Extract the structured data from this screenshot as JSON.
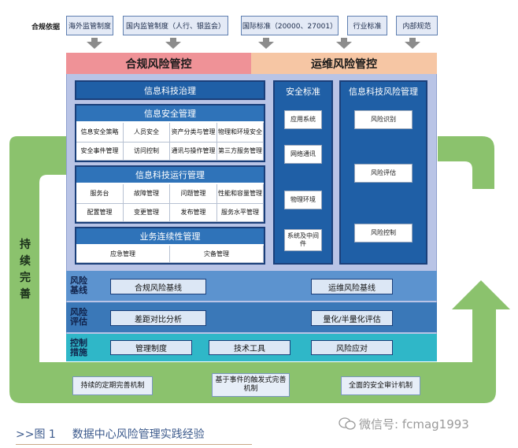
{
  "basis": {
    "label": "合规依据",
    "items": [
      "海外监管制度",
      "国内监管制度（人行、银监会）",
      "国际标准（20000、27001）",
      "行业标准",
      "内部规范"
    ]
  },
  "banner": {
    "left": "合规风险管控",
    "right": "运维风险管控"
  },
  "governance": {
    "title": "信息科技治理"
  },
  "security": {
    "title": "信息安全管理",
    "cells": [
      "信息安全策略",
      "人员安全",
      "资产分类与管理",
      "物理和环境安全",
      "安全事件管理",
      "访问控制",
      "通讯与操作管理",
      "第三方服务管理"
    ]
  },
  "operations": {
    "title": "信息科技运行管理",
    "cells": [
      "服务台",
      "故障管理",
      "问题管理",
      "性能和容量管理",
      "配置管理",
      "变更管理",
      "发布管理",
      "服务水平管理"
    ]
  },
  "continuity": {
    "title": "业务连续性管理",
    "cells": [
      "应急管理",
      "灾备管理"
    ]
  },
  "security_std": {
    "title": "安全标准",
    "items": [
      "应用系统",
      "网络通讯",
      "物理环境",
      "系统及中间件"
    ]
  },
  "it_risk": {
    "title": "信息科技风险管理",
    "items": [
      "风险识别",
      "风险评估",
      "风险控制"
    ]
  },
  "bands": [
    {
      "label": "风险基线",
      "left": "合规风险基线",
      "right": "运维风险基线",
      "color": "#5c93cf"
    },
    {
      "label": "风险评估",
      "left": "差距对比分析",
      "right": "量化/半量化评估",
      "color": "#3a78b8"
    },
    {
      "label": "控制措施",
      "boxes": [
        "管理制度",
        "技术工具",
        "风险应对"
      ],
      "color": "#2fb7c8"
    }
  ],
  "loop": {
    "side_label": "持续完善",
    "bottom": [
      "持续的定期完善机制",
      "基于事件的触发式完善机制",
      "全面的安全审计机制"
    ],
    "color": "#8bc26d"
  },
  "caption": {
    "prefix": ">>图 1",
    "text": "数据中心风险管理实践经验"
  },
  "watermark": {
    "text": "微信号: fcmag1993"
  }
}
